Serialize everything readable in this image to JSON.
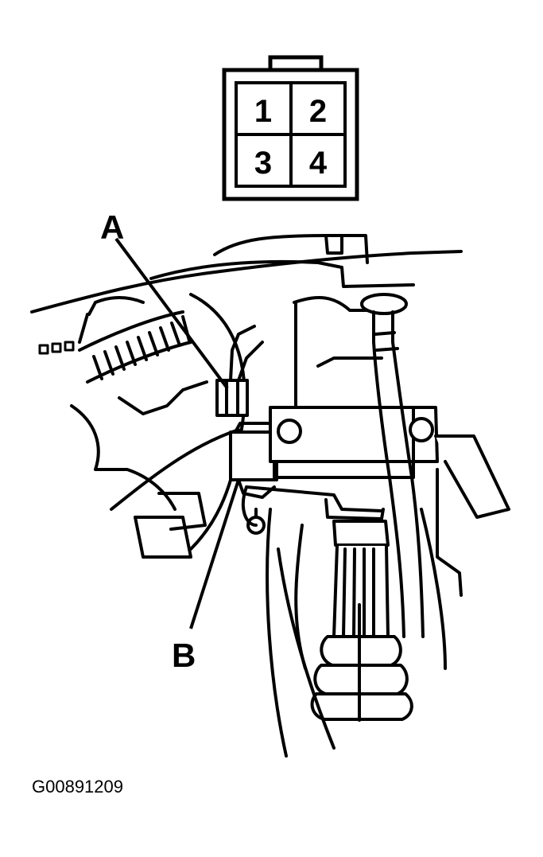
{
  "connector": {
    "pins": [
      "1",
      "2",
      "3",
      "4"
    ]
  },
  "callouts": {
    "a": "A",
    "b": "B"
  },
  "figure_id": "G00891209",
  "colors": {
    "ink": "#000000",
    "paper": "#ffffff"
  }
}
